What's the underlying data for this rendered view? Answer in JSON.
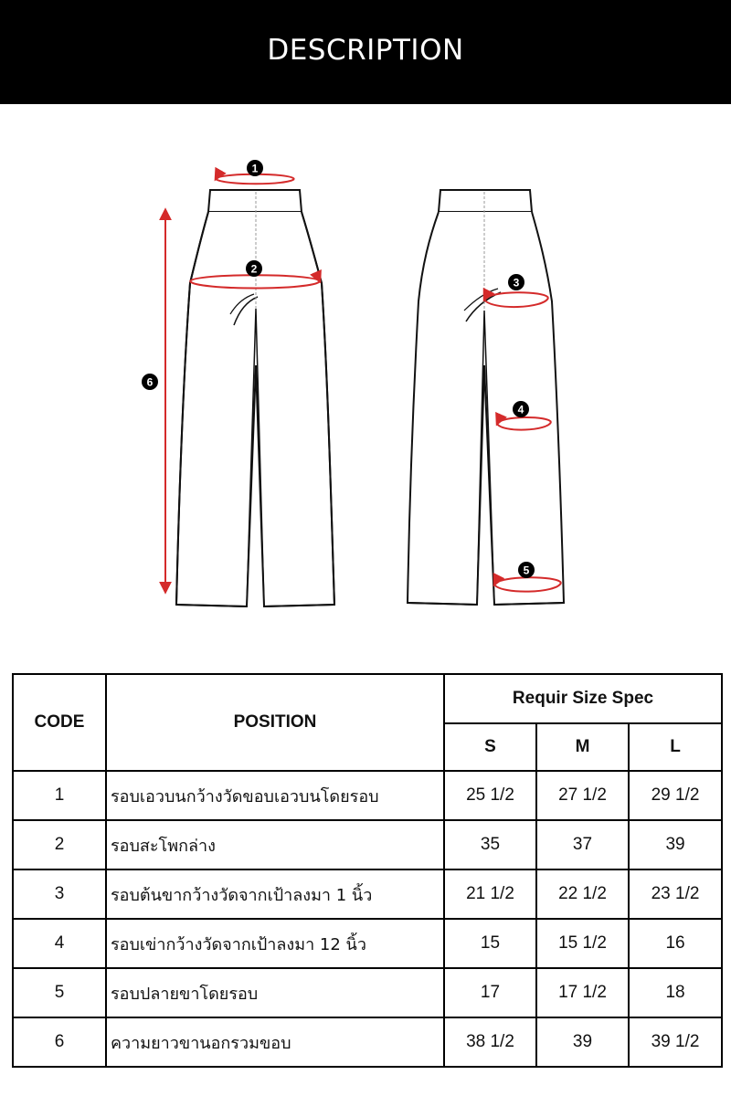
{
  "header": {
    "title": "DESCRIPTION"
  },
  "diagram": {
    "markers": [
      "1",
      "2",
      "3",
      "4",
      "5",
      "6"
    ],
    "arrow_color": "#d42a2a"
  },
  "table": {
    "code_header": "CODE",
    "position_header": "POSITION",
    "spec_header": "Requir Size Spec",
    "sizes": [
      "S",
      "M",
      "L"
    ],
    "rows": [
      {
        "code": "1",
        "position": "รอบเอวบนกว้างวัดขอบเอวบนโดยรอบ",
        "s": "25 1/2",
        "m": "27 1/2",
        "l": "29 1/2"
      },
      {
        "code": "2",
        "position": "รอบสะโพกล่าง",
        "s": "35",
        "m": "37",
        "l": "39"
      },
      {
        "code": "3",
        "position": "รอบต้นขากว้างวัดจากเป้าลงมา 1 นิ้ว",
        "s": "21 1/2",
        "m": "22 1/2",
        "l": "23 1/2"
      },
      {
        "code": "4",
        "position": "รอบเข่ากว้างวัดจากเป้าลงมา 12 นิ้ว",
        "s": "15",
        "m": "15 1/2",
        "l": "16"
      },
      {
        "code": "5",
        "position": "รอบปลายขาโดยรอบ",
        "s": "17",
        "m": "17 1/2",
        "l": "18"
      },
      {
        "code": "6",
        "position": "ความยาวขานอกรวมขอบ",
        "s": "38 1/2",
        "m": "39",
        "l": "39 1/2"
      }
    ]
  }
}
